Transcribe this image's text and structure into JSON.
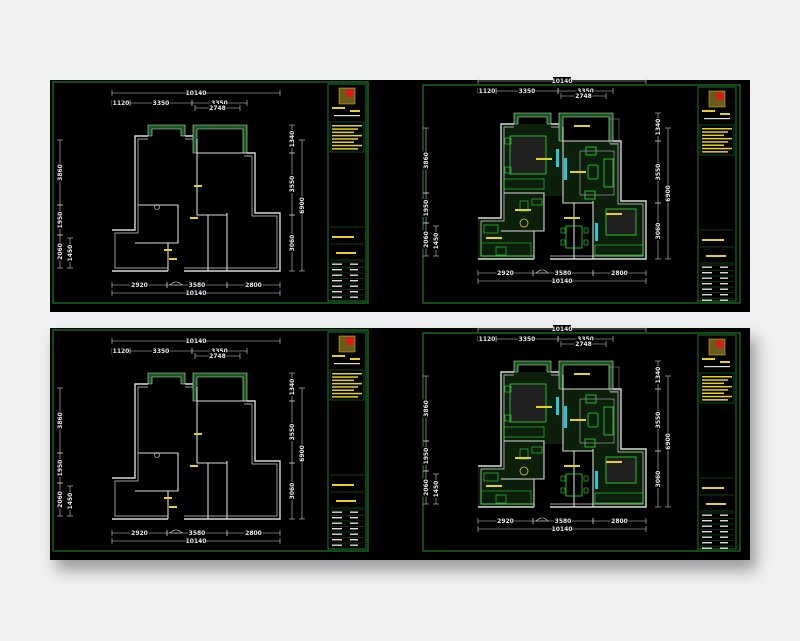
{
  "colors": {
    "background": "#eef0f1",
    "sheet": "#000000",
    "frame": "#1f7a2a",
    "wall": "#d8d8d8",
    "furniture": "#2fe02f",
    "label": "#e6d21a",
    "accent": "#22c8d8",
    "logo_red": "#e01818"
  },
  "dimensions": {
    "top_total": "10140",
    "top_segments": [
      "1120",
      "3350",
      "3350"
    ],
    "top_inner": "2748",
    "left": [
      "3860",
      "1950",
      "2060"
    ],
    "left_inner": "1450",
    "right": [
      "1340",
      "3550",
      "3060"
    ],
    "right_total": "6900",
    "bottom_segments": [
      "2920",
      "3580",
      "2800"
    ],
    "bottom_total": "10140"
  },
  "sheets": [
    {
      "id": "original-plan-1",
      "furnished": false
    },
    {
      "id": "furnished-plan-1",
      "furnished": true
    },
    {
      "id": "original-plan-2",
      "furnished": false
    },
    {
      "id": "furnished-plan-2",
      "furnished": true
    }
  ]
}
